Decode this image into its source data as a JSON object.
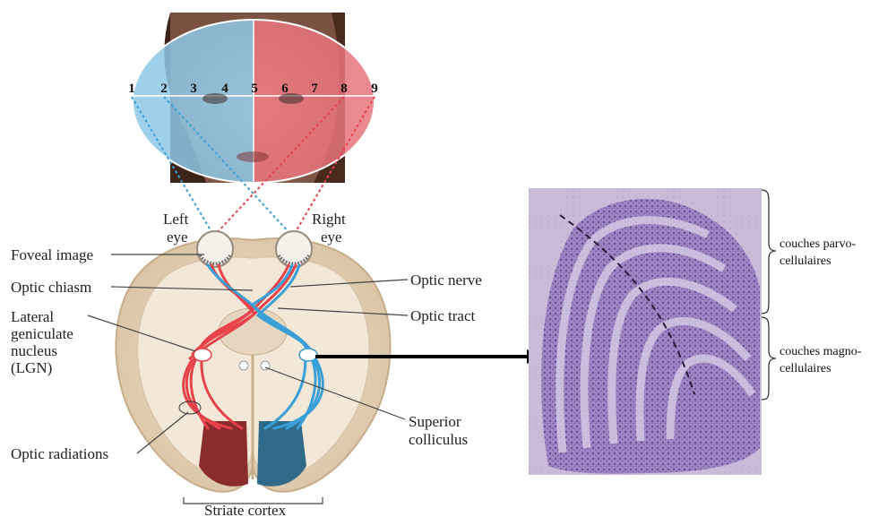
{
  "visual_field_numbers": [
    "1",
    "2",
    "3",
    "4",
    "5",
    "6",
    "7",
    "8",
    "9"
  ],
  "eye_labels": {
    "left": [
      "Left",
      "eye"
    ],
    "right": [
      "Right",
      "eye"
    ]
  },
  "anatomy_labels": {
    "foveal_image": "Foveal image",
    "optic_chiasm": "Optic chiasm",
    "lgn": [
      "Lateral",
      "geniculate",
      "nucleus",
      "(LGN)"
    ],
    "optic_radiations": "Optic radiations",
    "optic_nerve": "Optic nerve",
    "optic_tract": "Optic tract",
    "superior_colliculus": [
      "Superior",
      "colliculus"
    ],
    "striate_cortex": "Striate cortex"
  },
  "histology_labels": {
    "parvo": [
      "couches parvo-",
      "cellulaires"
    ],
    "magno": [
      "couches magno-",
      "cellulaires"
    ]
  },
  "colors": {
    "left_field": "#8ec8e6",
    "right_field": "#e8747c",
    "tract_red": "#e8424a",
    "tract_blue": "#3a9fd6",
    "brain": "#ead9c2",
    "tissue": "#b9a6d0"
  }
}
